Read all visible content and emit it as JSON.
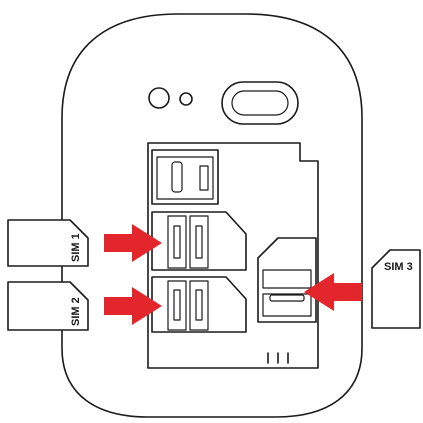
{
  "sim_cards": [
    {
      "label": "SIM 1"
    },
    {
      "label": "SIM 2"
    },
    {
      "label": "SIM 3"
    }
  ],
  "colors": {
    "outline": "#1a1a1a",
    "arrow": "#e3262c",
    "background": "#ffffff"
  },
  "icons": {
    "arrow": "insert-arrow-icon",
    "camera": "camera-lens-icon",
    "flash": "flash-icon"
  }
}
